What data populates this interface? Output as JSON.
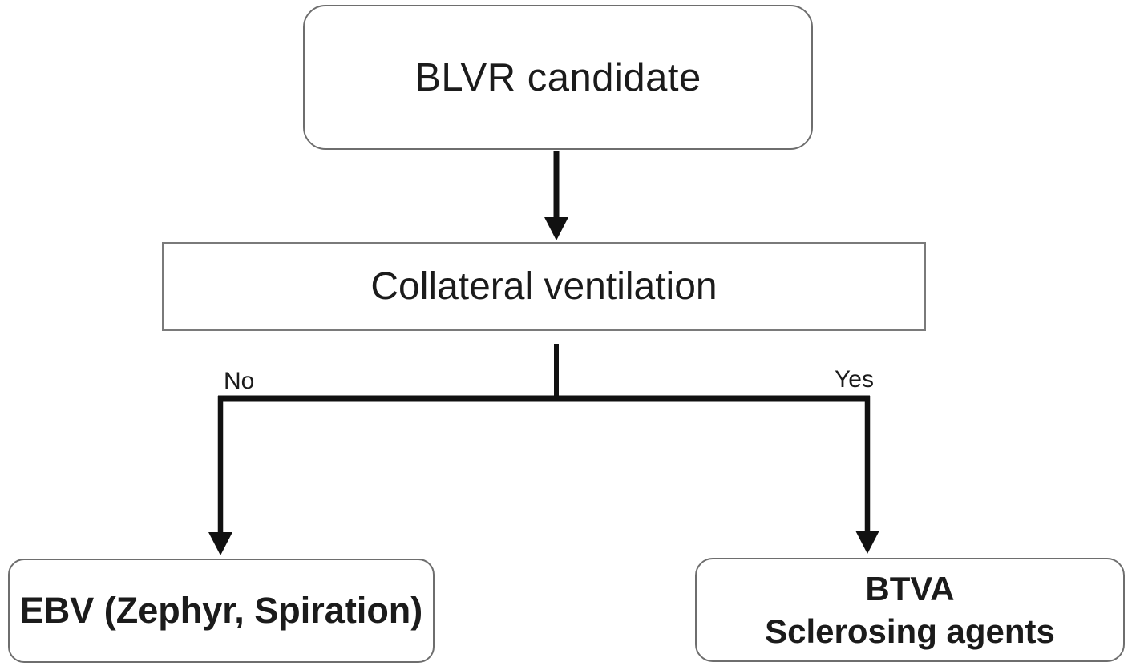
{
  "diagram": {
    "type": "flowchart",
    "nodes": {
      "root": {
        "label": "BLVR candidate"
      },
      "decision": {
        "label": "Collateral ventilation"
      },
      "outcome_no": {
        "label": "EBV (Zephyr, Spiration)"
      },
      "outcome_yes": {
        "label_line1": "BTVA",
        "label_line2": "Sclerosing agents"
      }
    },
    "edge_labels": {
      "no": "No",
      "yes": "Yes"
    },
    "edges": [
      {
        "from": "root",
        "to": "decision",
        "label": ""
      },
      {
        "from": "decision",
        "to": "outcome_no",
        "label": "No"
      },
      {
        "from": "decision",
        "to": "outcome_yes",
        "label": "Yes"
      }
    ],
    "colors": {
      "background": "#ffffff",
      "connector": "#111111",
      "box_border": "#6e6e6e",
      "text": "#1b1b1b"
    }
  }
}
